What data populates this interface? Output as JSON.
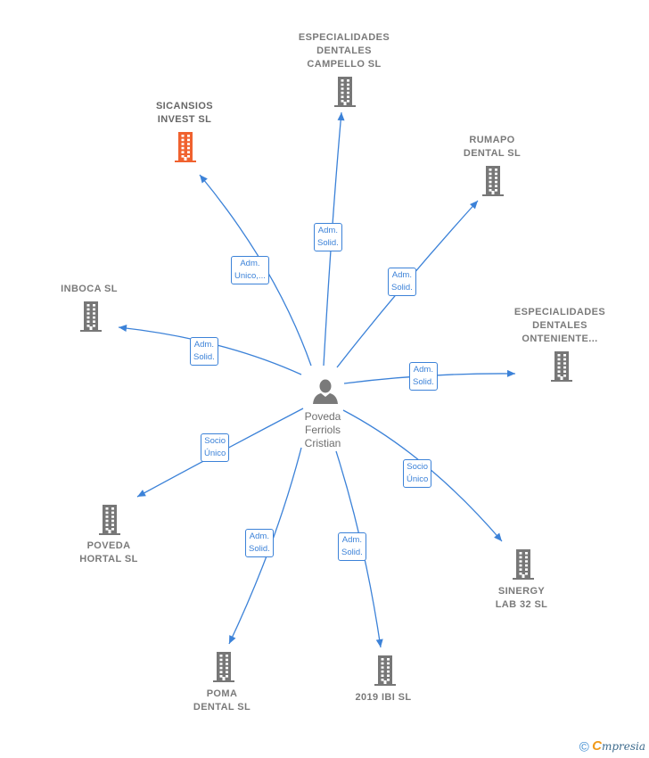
{
  "center": {
    "name_lines": [
      "Poveda",
      "Ferriols",
      "Cristian"
    ],
    "icon": "person-icon"
  },
  "companies": [
    {
      "id": "especialidades-campello",
      "name_lines": [
        "ESPECIALIDADES",
        "DENTALES",
        "CAMPELLO  SL"
      ],
      "icon": "building-icon",
      "color": "#777777"
    },
    {
      "id": "sicansios",
      "name_lines": [
        "SICANSIOS",
        "INVEST  SL"
      ],
      "icon": "building-icon",
      "color": "#f0622f"
    },
    {
      "id": "rumapo",
      "name_lines": [
        "RUMAPO",
        "DENTAL  SL"
      ],
      "icon": "building-icon",
      "color": "#777777"
    },
    {
      "id": "inboca",
      "name_lines": [
        "INBOCA  SL"
      ],
      "icon": "building-icon",
      "color": "#777777"
    },
    {
      "id": "especialidades-onteniente",
      "name_lines": [
        "ESPECIALIDADES",
        "DENTALES",
        "ONTENIENTE..."
      ],
      "icon": "building-icon",
      "color": "#777777"
    },
    {
      "id": "poveda-hortal",
      "name_lines": [
        "POVEDA",
        "HORTAL  SL"
      ],
      "icon": "building-icon",
      "color": "#777777"
    },
    {
      "id": "sinergy",
      "name_lines": [
        "SINERGY",
        "LAB 32  SL"
      ],
      "icon": "building-icon",
      "color": "#777777"
    },
    {
      "id": "poma",
      "name_lines": [
        "POMA",
        "DENTAL  SL"
      ],
      "icon": "building-icon",
      "color": "#777777"
    },
    {
      "id": "ibi",
      "name_lines": [
        "2019 IBI  SL"
      ],
      "icon": "building-icon",
      "color": "#777777"
    }
  ],
  "relations": [
    {
      "to": "especialidades-campello",
      "label_lines": [
        "Adm.",
        "Solid."
      ]
    },
    {
      "to": "sicansios",
      "label_lines": [
        "Adm.",
        "Unico,..."
      ]
    },
    {
      "to": "rumapo",
      "label_lines": [
        "Adm.",
        "Solid."
      ]
    },
    {
      "to": "inboca",
      "label_lines": [
        "Adm.",
        "Solid."
      ]
    },
    {
      "to": "especialidades-onteniente",
      "label_lines": [
        "Adm.",
        "Solid."
      ]
    },
    {
      "to": "poveda-hortal",
      "label_lines": [
        "Socio",
        "Único"
      ]
    },
    {
      "to": "sinergy",
      "label_lines": [
        "Socio",
        "Único"
      ]
    },
    {
      "to": "poma",
      "label_lines": [
        "Adm.",
        "Solid."
      ]
    },
    {
      "to": "ibi",
      "label_lines": [
        "Adm.",
        "Solid."
      ]
    }
  ],
  "brand": {
    "copyright": "©",
    "first_letter": "C",
    "rest": "mpresia"
  },
  "colors": {
    "edge": "#3c82d8",
    "highlight": "#f0622f",
    "default_node": "#777777"
  }
}
